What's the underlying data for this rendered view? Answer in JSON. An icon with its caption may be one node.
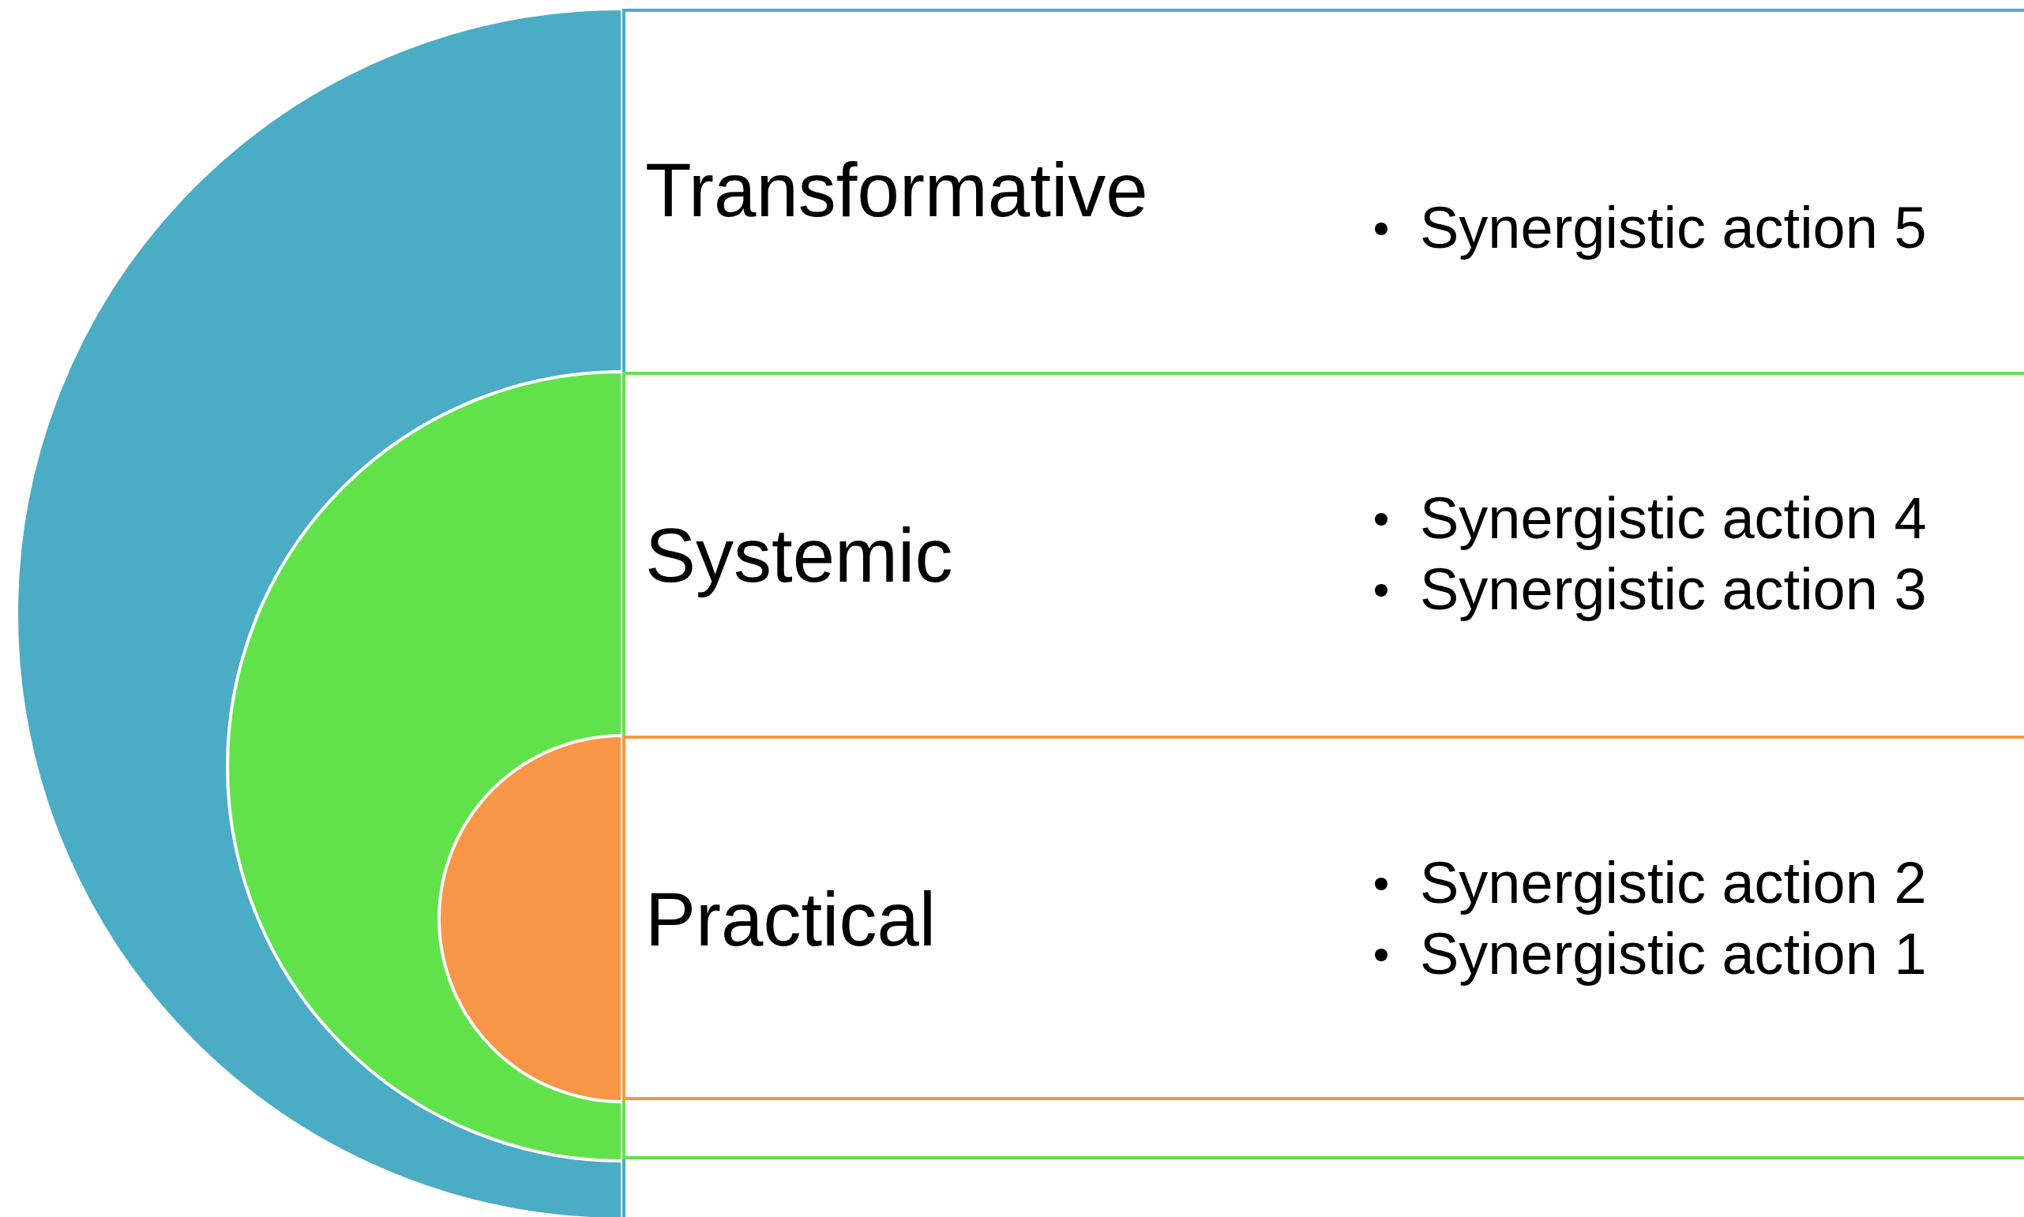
{
  "diagram": {
    "nodes": [
      {
        "text": [
          "Transformative",
          "Synergistic action 5"
        ]
      },
      {
        "text": [
          "Systemic",
          "Synergistic action 4",
          "Synergistic action 3"
        ],
        "in": 0
      },
      {
        "text": [
          "Practical",
          "Synergistic action 2",
          "Synergistic action 1"
        ],
        "in": 1
      }
    ]
  }
}
